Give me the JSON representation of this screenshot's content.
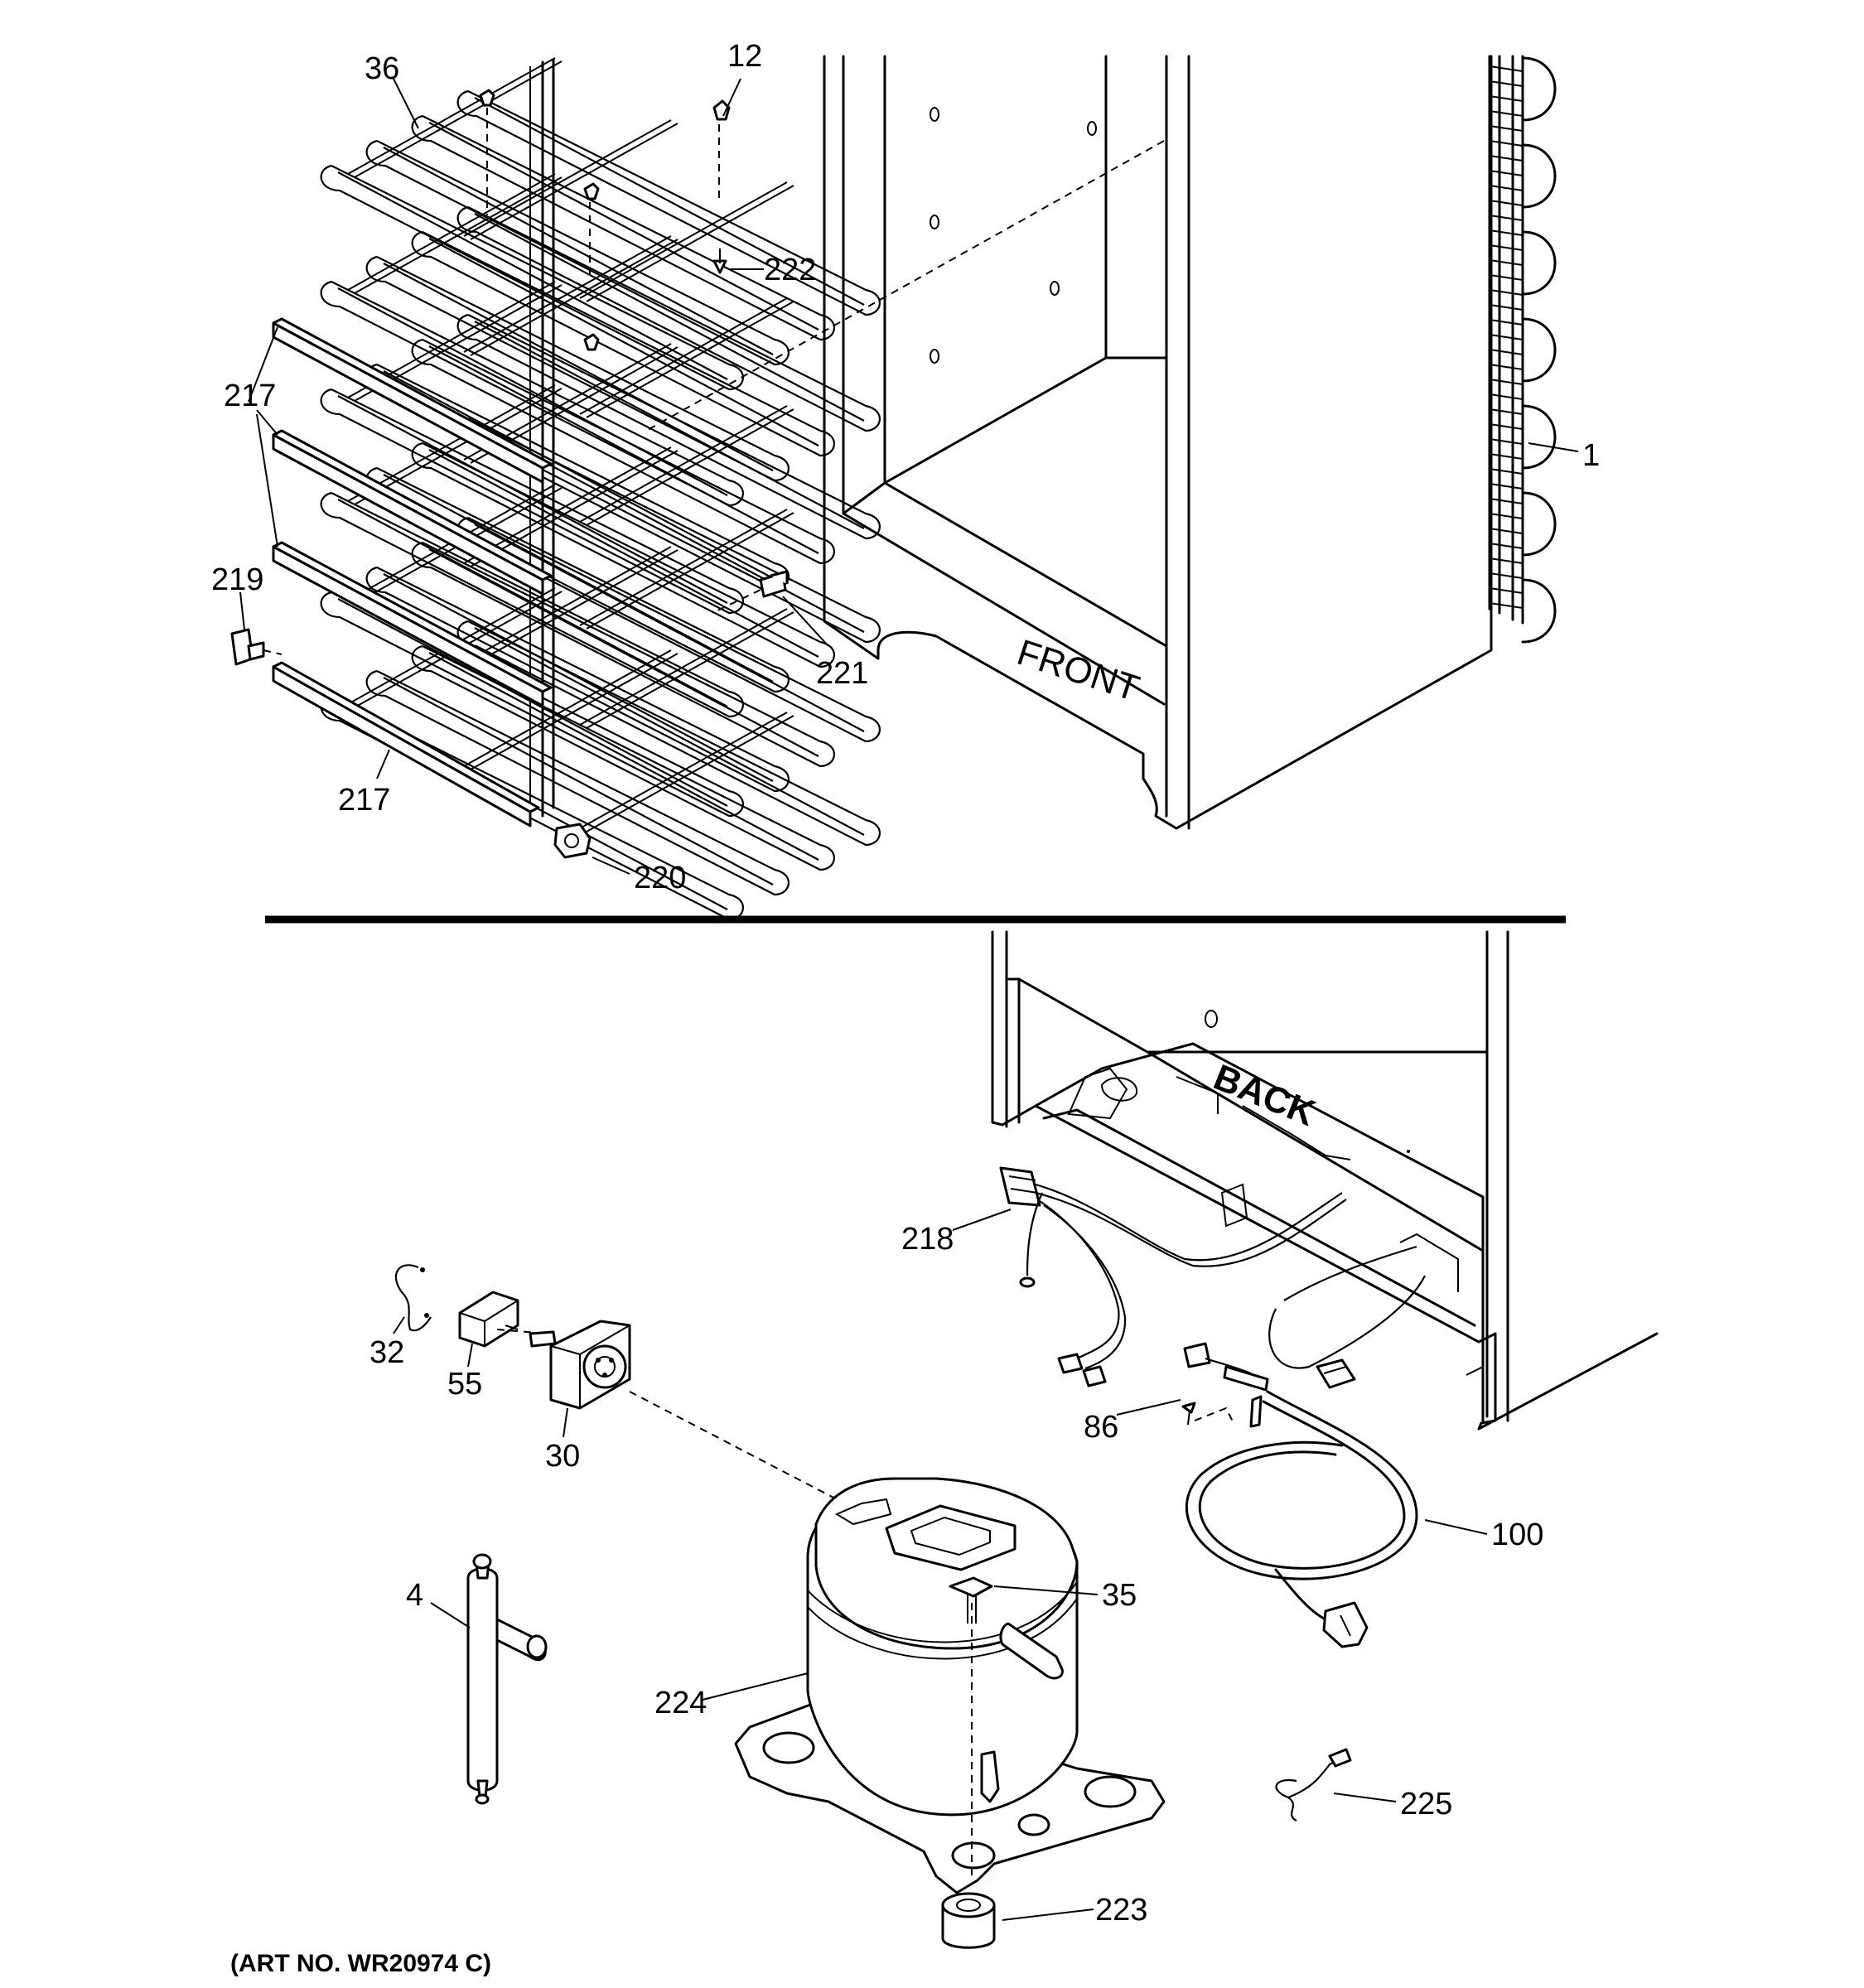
{
  "callouts": {
    "c36": "36",
    "c12": "12",
    "c222": "222",
    "c1": "1",
    "c217a": "217",
    "c219": "219",
    "c221": "221",
    "c217b": "217",
    "c220": "220",
    "c218": "218",
    "c32": "32",
    "c55": "55",
    "c30": "30",
    "c86": "86",
    "c100": "100",
    "c4": "4",
    "c35": "35",
    "c224": "224",
    "c225": "225",
    "c223": "223"
  },
  "cabinet_labels": {
    "front": "FRONT",
    "back": "BACK"
  },
  "art_number": "(ART NO. WR20974 C)"
}
